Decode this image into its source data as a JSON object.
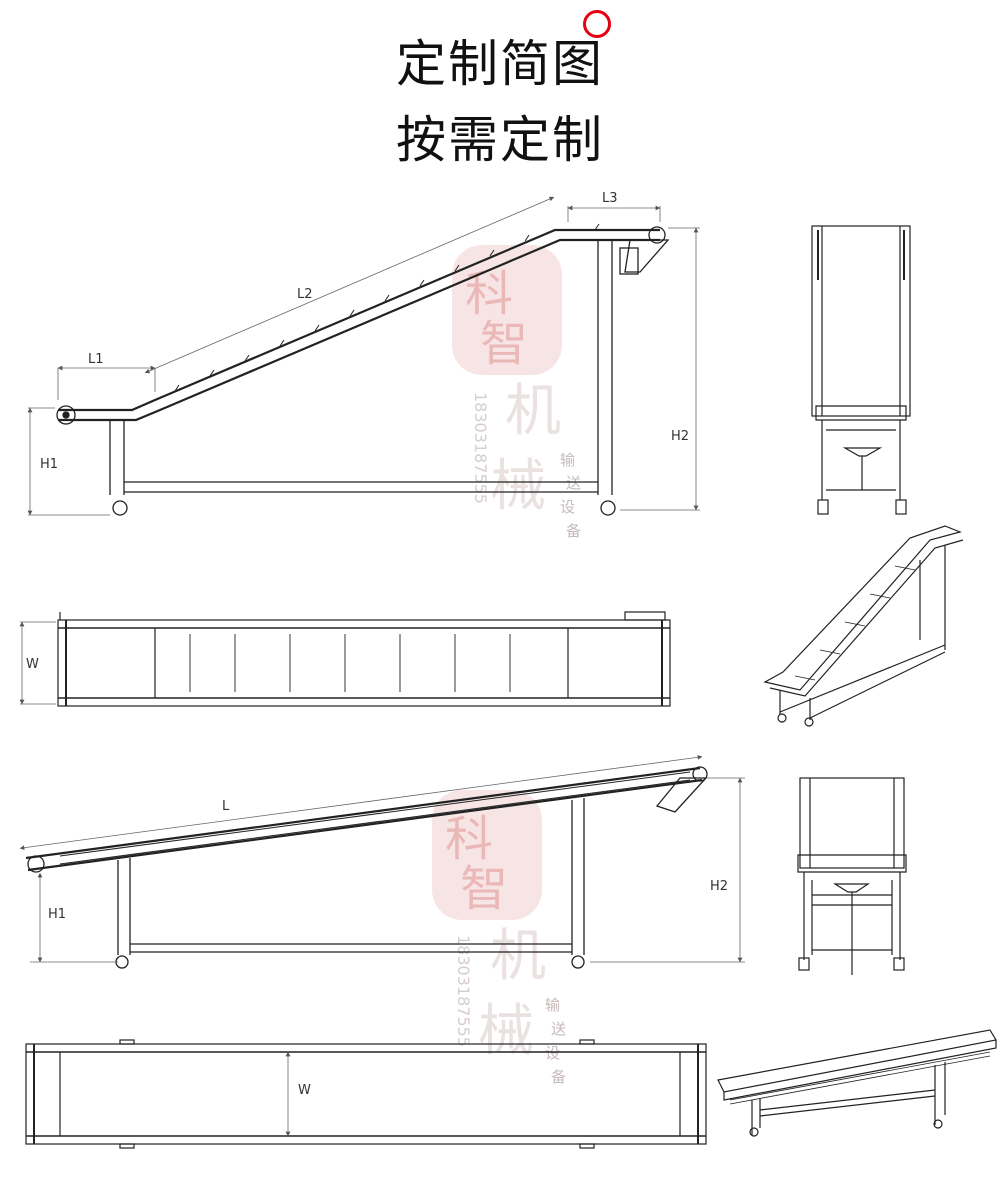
{
  "header": {
    "title_line1": "定制简图",
    "title_line2": "按需定制",
    "accent_color": "#e60012"
  },
  "watermark": {
    "char1": "科",
    "char2": "智",
    "char3": "机",
    "char4": "械",
    "phone": "18303187555",
    "small_chars": [
      "输",
      "送",
      "设",
      "备"
    ]
  },
  "drawing1_labels": {
    "l1": "L1",
    "l2": "L2",
    "l3": "L3",
    "h1": "H1",
    "h2": "H2"
  },
  "drawing2_labels": {
    "w": "W"
  },
  "drawing3_labels": {
    "l": "L",
    "h1": "H1",
    "h2": "H2"
  },
  "drawing4_labels": {
    "w": "W"
  }
}
